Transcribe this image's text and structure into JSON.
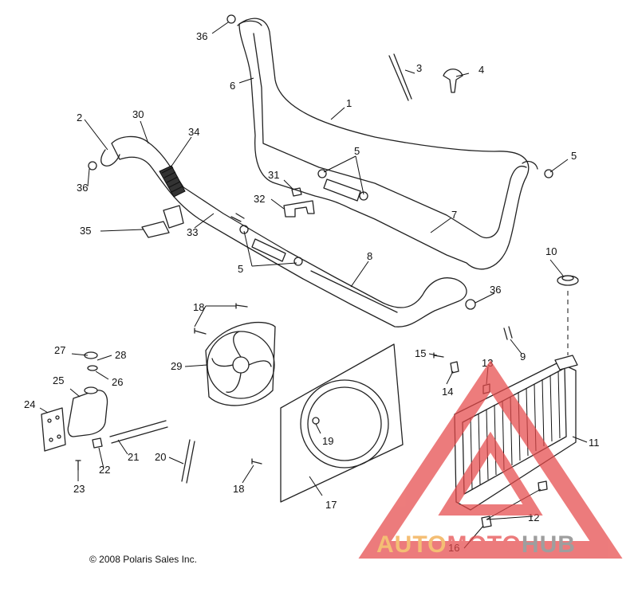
{
  "callouts": {
    "c1": "1",
    "c2": "2",
    "c3": "3",
    "c4": "4",
    "c5a": "5",
    "c5b": "5",
    "c5c": "5",
    "c6": "6",
    "c7": "7",
    "c8": "8",
    "c9": "9",
    "c10": "10",
    "c11": "11",
    "c12": "12",
    "c13": "13",
    "c14": "14",
    "c15": "15",
    "c16": "16",
    "c17": "17",
    "c18a": "18",
    "c18b": "18",
    "c19": "19",
    "c20": "20",
    "c21": "21",
    "c22": "22",
    "c23": "23",
    "c24": "24",
    "c25": "25",
    "c26": "26",
    "c27": "27",
    "c28": "28",
    "c29": "29",
    "c30": "30",
    "c31": "31",
    "c32": "32",
    "c33": "33",
    "c34": "34",
    "c35": "35",
    "c36a": "36",
    "c36b": "36",
    "c36c": "36"
  },
  "copyright": "© 2008 Polaris Sales Inc.",
  "watermark": {
    "part1": "AUTO",
    "part2": "MOTO",
    "part3": "HUB",
    "color_orange": "#f0a640",
    "color_red": "#e6494a",
    "color_gray": "#7a7a7a"
  }
}
